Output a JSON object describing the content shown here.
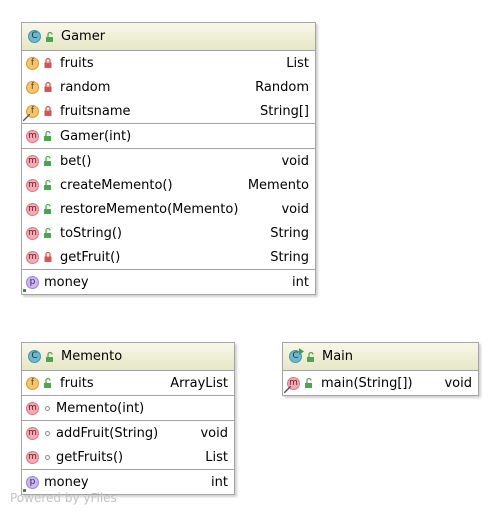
{
  "colors": {
    "border": "#a4a4a4",
    "header_top": "#f8f8e8",
    "header_bottom": "#e6e6c7",
    "class_icon": "#6fb8cc",
    "field_icon": "#f7c46e",
    "method_icon": "#f3aab2",
    "property_icon": "#c9b7ee",
    "watermark": "#c3c3c3"
  },
  "icons": {
    "class": "C",
    "field": "f",
    "method": "m",
    "property": "p"
  },
  "gamer": {
    "name": "Gamer",
    "fields": [
      {
        "name": "fruits",
        "type": "List",
        "visibility": "private"
      },
      {
        "name": "random",
        "type": "Random",
        "visibility": "private"
      },
      {
        "name": "fruitsname",
        "type": "String[]",
        "visibility": "private",
        "static": true
      }
    ],
    "constructor": {
      "name": "Gamer(int)"
    },
    "methods": [
      {
        "name": "bet()",
        "type": "void",
        "visibility": "public"
      },
      {
        "name": "createMemento()",
        "type": "Memento",
        "visibility": "public"
      },
      {
        "name": "restoreMemento(Memento)",
        "type": "void",
        "visibility": "public"
      },
      {
        "name": "toString()",
        "type": "String",
        "visibility": "public"
      },
      {
        "name": "getFruit()",
        "type": "String",
        "visibility": "private"
      }
    ],
    "property": {
      "name": "money",
      "type": "int"
    }
  },
  "memento": {
    "name": "Memento",
    "fields": [
      {
        "name": "fruits",
        "type": "ArrayList",
        "visibility": "public"
      }
    ],
    "constructor": {
      "name": "Memento(int)"
    },
    "methods": [
      {
        "name": "addFruit(String)",
        "type": "void",
        "visibility": "package"
      },
      {
        "name": "getFruits()",
        "type": "List",
        "visibility": "package"
      }
    ],
    "property": {
      "name": "money",
      "type": "int"
    }
  },
  "main": {
    "name": "Main",
    "methods": [
      {
        "name": "main(String[])",
        "type": "void",
        "visibility": "public",
        "static": true
      }
    ]
  },
  "watermark": "Powered by yFiles"
}
